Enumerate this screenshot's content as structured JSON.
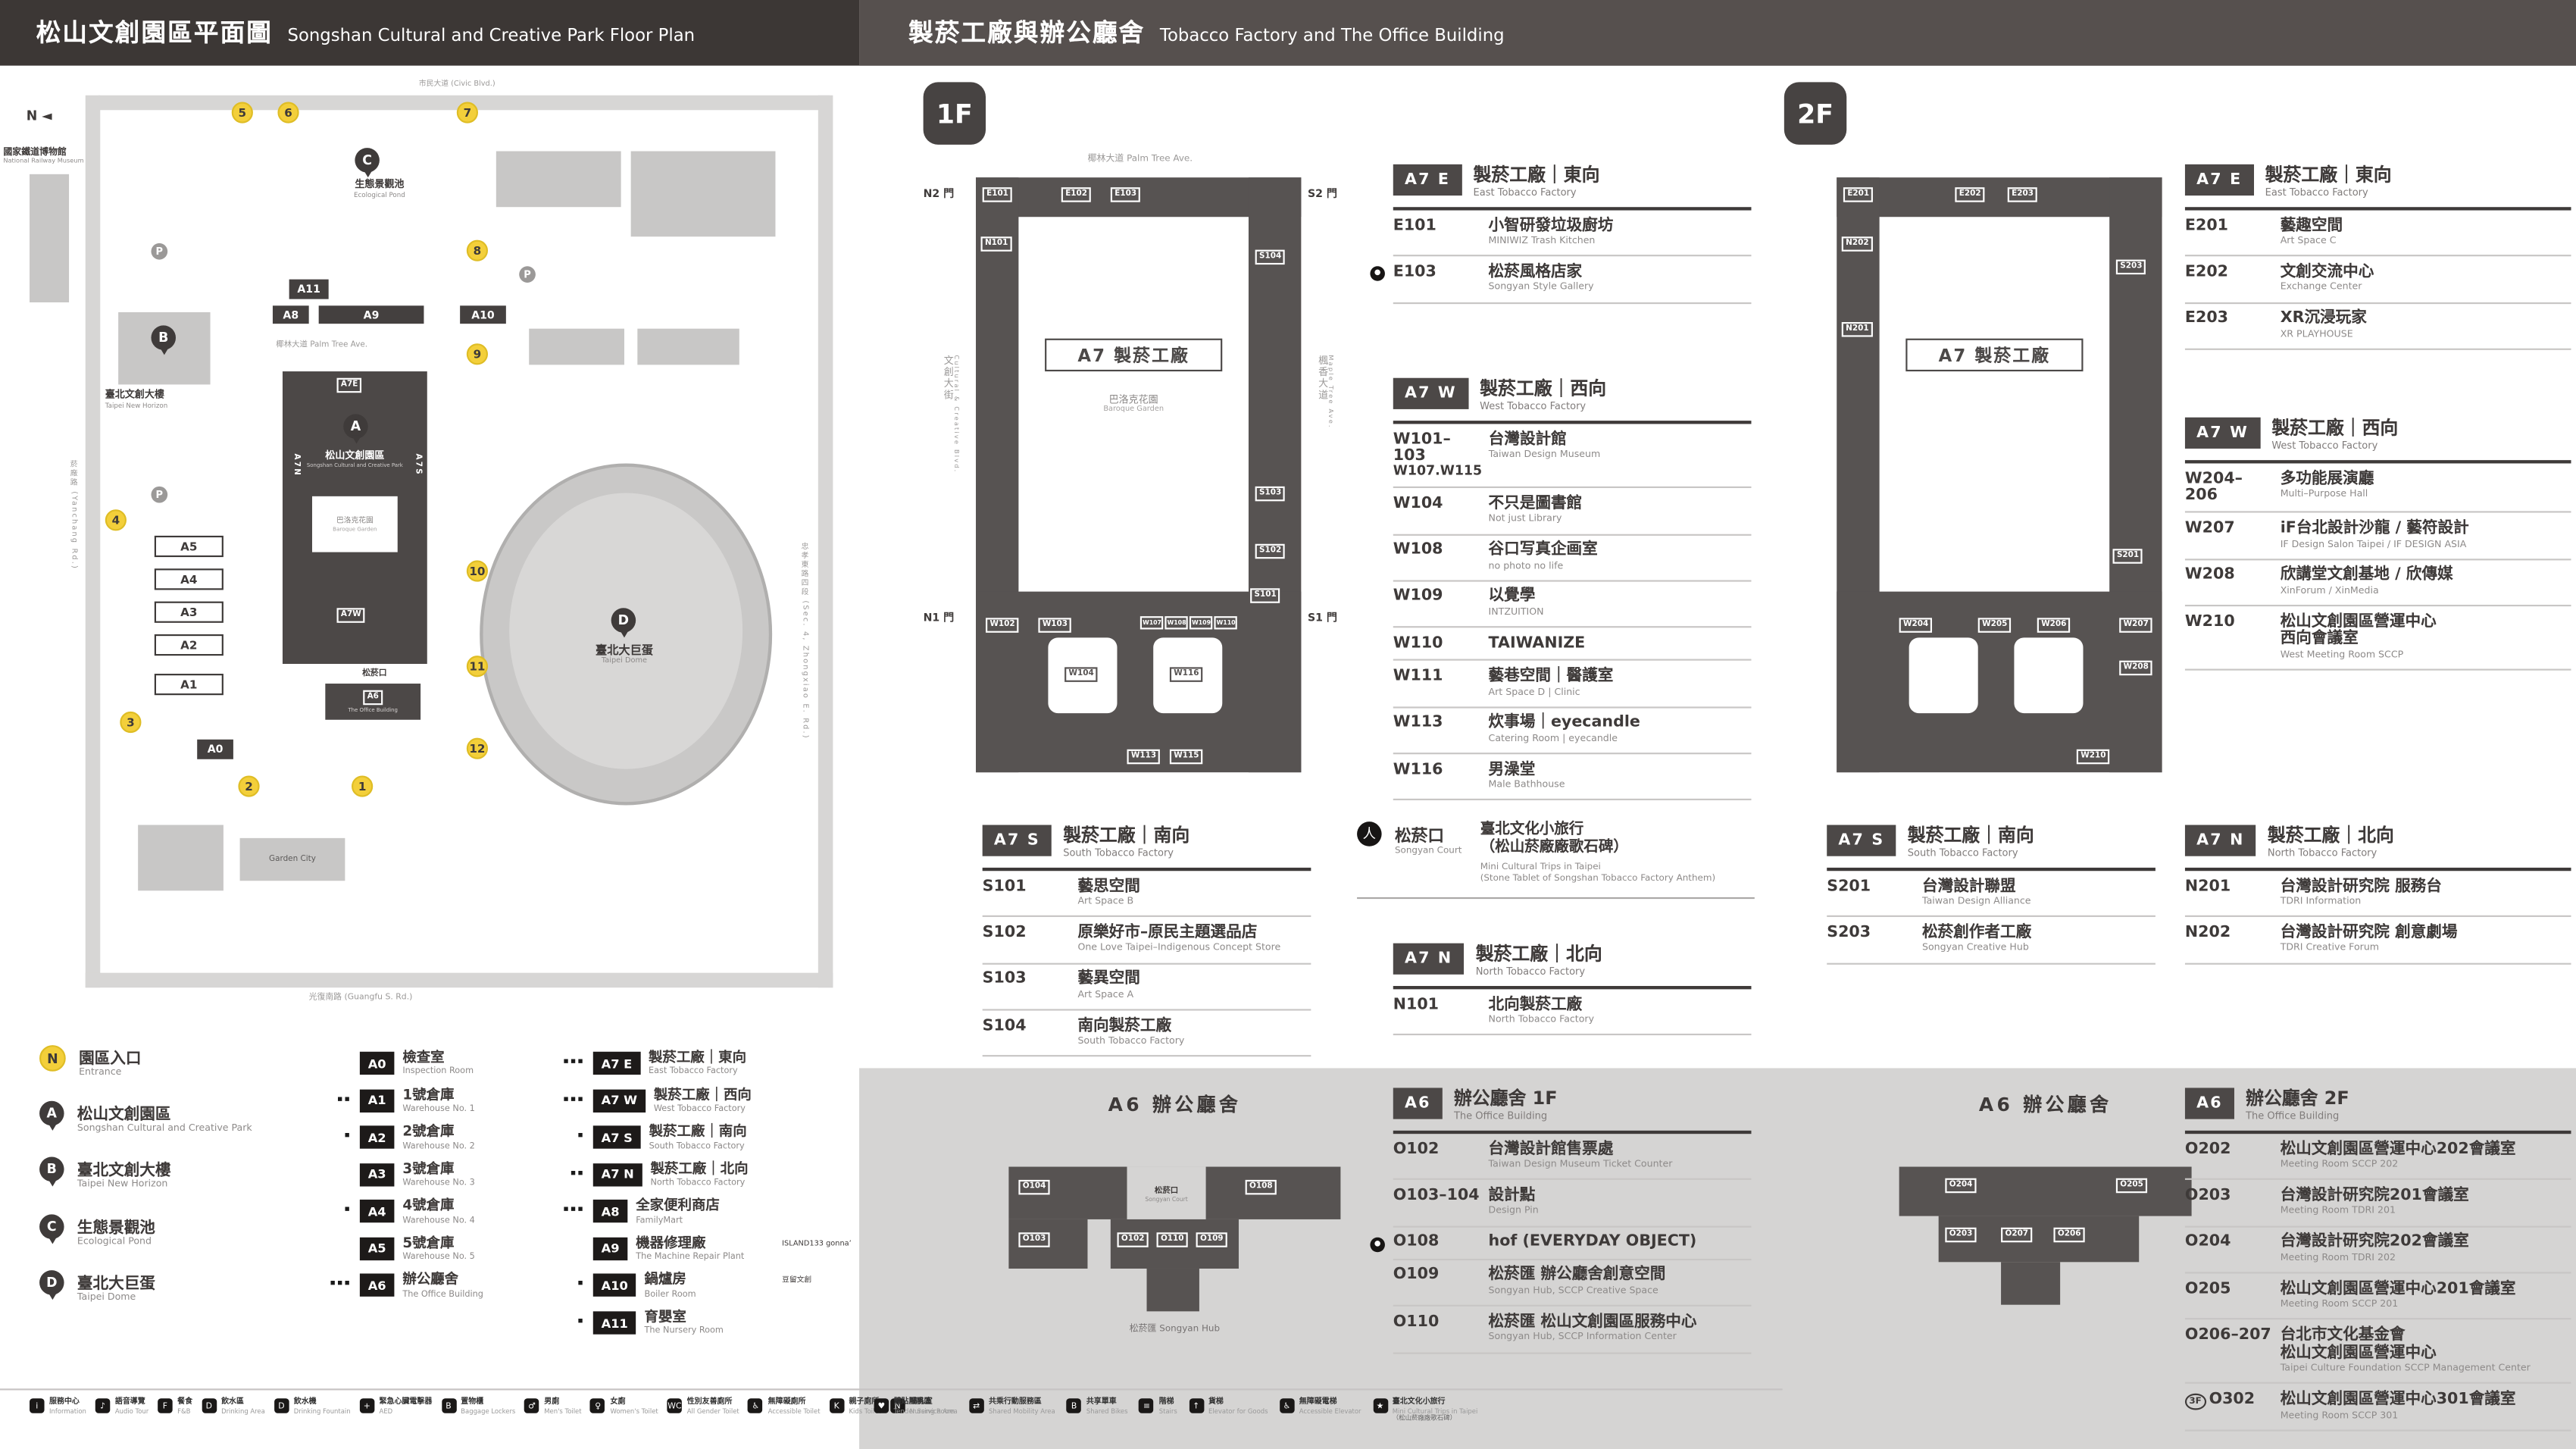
{
  "page": {
    "title_left_zh": "松山文創園區平面圖",
    "title_left_en": "Songshan Cultural and Creative Park Floor Plan",
    "title_right_zh": "製菸工廠與辦公廳舍",
    "title_right_en": "Tobacco Factory and The Office Building"
  },
  "map": {
    "compass": "N ◄",
    "parking": "P",
    "street_top": "市民大道 (Civic Blvd.)",
    "street_bottom": "光復南路 (Guangfu S. Rd.)",
    "street_right": "忠孝東路四段 (Sec. 4, Zhongxiao E. Rd.)",
    "street_left": "菸廠路 (Yanchang Rd.)",
    "railway_zh": "國家鐵道博物館",
    "railway_en": "National Railway Museum",
    "pond_zh": "生態景觀池",
    "pond_en": "Ecological Pond",
    "horizon_zh": "臺北文創大樓",
    "horizon_en": "Taipei New Horizon",
    "dome_zh": "臺北大巨蛋",
    "dome_en": "Taipei Dome",
    "sccp_zh": "松山文創園區",
    "sccp_en": "Songshan Cultural and Creative Park",
    "palm": "椰林大道 Palm Tree Ave.",
    "baroque_zh": "巴洛克花園",
    "baroque_en": "Baroque Garden",
    "court_zh": "松菸口",
    "office_zh": "辦公廳舍",
    "office_en": "The Office Building",
    "garden_city": "Garden City",
    "pins": {
      "a": "A",
      "b": "B",
      "c": "C",
      "d": "D"
    },
    "blocks": {
      "a0": "A0",
      "a1": "A1",
      "a2": "A2",
      "a3": "A3",
      "a4": "A4",
      "a5": "A5",
      "a6": "A6",
      "a7e": "A7E",
      "a7w": "A7W",
      "a7n": "A7N",
      "a7s": "A7S",
      "a8": "A8",
      "a9": "A9",
      "a10": "A10",
      "a11": "A11"
    },
    "entrances": [
      "1",
      "2",
      "3",
      "4",
      "5",
      "6",
      "7",
      "8",
      "9",
      "10",
      "11",
      "12"
    ]
  },
  "legend_entrance": {
    "badge": "N",
    "zh": "園區入口",
    "en": "Entrance"
  },
  "legend_pins": [
    {
      "badge": "A",
      "zh": "松山文創園區",
      "en": "Songshan Cultural and Creative Park"
    },
    {
      "badge": "B",
      "zh": "臺北文創大樓",
      "en": "Taipei New Horizon"
    },
    {
      "badge": "C",
      "zh": "生態景觀池",
      "en": "Ecological Pond"
    },
    {
      "badge": "D",
      "zh": "臺北大巨蛋",
      "en": "Taipei Dome"
    }
  ],
  "legend_a": [
    {
      "pre": "",
      "badge": "A0",
      "zh": "檢查室",
      "en": "Inspection Room"
    },
    {
      "pre": "▪▪",
      "badge": "A1",
      "zh": "1號倉庫",
      "en": "Warehouse No. 1"
    },
    {
      "pre": "▪",
      "badge": "A2",
      "zh": "2號倉庫",
      "en": "Warehouse No. 2"
    },
    {
      "pre": "",
      "badge": "A3",
      "zh": "3號倉庫",
      "en": "Warehouse No. 3"
    },
    {
      "pre": "▪",
      "badge": "A4",
      "zh": "4號倉庫",
      "en": "Warehouse No. 4"
    },
    {
      "pre": "",
      "badge": "A5",
      "zh": "5號倉庫",
      "en": "Warehouse No. 5"
    },
    {
      "pre": "▪▪▪",
      "badge": "A6",
      "zh": "辦公廳舍",
      "en": "The Office Building"
    }
  ],
  "legend_b": [
    {
      "pre": "▪▪▪",
      "badge": "A7 E",
      "zh": "製菸工廠｜東向",
      "en": "East Tobacco Factory",
      "note": ""
    },
    {
      "pre": "▪▪▪",
      "badge": "A7 W",
      "zh": "製菸工廠｜西向",
      "en": "West Tobacco Factory",
      "note": ""
    },
    {
      "pre": "▪",
      "badge": "A7 S",
      "zh": "製菸工廠｜南向",
      "en": "South Tobacco Factory",
      "note": ""
    },
    {
      "pre": "▪▪",
      "badge": "A7 N",
      "zh": "製菸工廠｜北向",
      "en": "North Tobacco Factory",
      "note": ""
    },
    {
      "pre": "▪▪▪",
      "badge": "A8",
      "zh": "全家便利商店",
      "en": "FamilyMart",
      "note": ""
    },
    {
      "pre": "",
      "badge": "A9",
      "zh": "機器修理廠",
      "en": "The Machine Repair Plant",
      "note": "ISLAND133 gonna’"
    },
    {
      "pre": "▪",
      "badge": "A10",
      "zh": "鍋爐房",
      "en": "Boiler Room",
      "note": "豆留文創"
    },
    {
      "pre": "▪",
      "badge": "A11",
      "zh": "育嬰室",
      "en": "The Nursery Room",
      "note": ""
    }
  ],
  "amen_left": [
    {
      "g": "i",
      "zh": "服務中心",
      "en": "Information"
    },
    {
      "g": "♪",
      "zh": "語音導覽",
      "en": "Audio Tour"
    },
    {
      "g": "F",
      "zh": "餐食",
      "en": "F&B"
    },
    {
      "g": "D",
      "zh": "飲水區",
      "en": "Drinking Area"
    },
    {
      "g": "D",
      "zh": "飲水機",
      "en": "Drinking Fountain"
    },
    {
      "g": "+",
      "zh": "緊急心臟電擊器",
      "en": "AED"
    },
    {
      "g": "B",
      "zh": "置物櫃",
      "en": "Baggage Lockers"
    },
    {
      "g": "♂",
      "zh": "男廁",
      "en": "Men's Toilet"
    },
    {
      "g": "♀",
      "zh": "女廁",
      "en": "Women's Toilet"
    },
    {
      "g": "WC",
      "zh": "性別友善廁所",
      "en": "All Gender Toilet"
    },
    {
      "g": "♿",
      "zh": "無障礙廁所",
      "en": "Accessible Toilet"
    },
    {
      "g": "K",
      "zh": "親子廁所",
      "en": "Kids Toilet"
    },
    {
      "g": "N",
      "zh": "哺乳室",
      "en": "Nursing Room"
    }
  ],
  "amen_right": [
    {
      "g": "♥",
      "zh": "體貼服務區",
      "en": "Tender Service Area",
      "note": ""
    },
    {
      "g": "⇄",
      "zh": "共乘行動服務區",
      "en": "Shared Mobility Area",
      "note": ""
    },
    {
      "g": "B",
      "zh": "共享單車",
      "en": "Shared Bikes",
      "note": ""
    },
    {
      "g": "≡",
      "zh": "階梯",
      "en": "Stairs",
      "note": ""
    },
    {
      "g": "↑",
      "zh": "貨梯",
      "en": "Elevator for Goods",
      "note": ""
    },
    {
      "g": "♿",
      "zh": "無障礙電梯",
      "en": "Accessible Elevator",
      "note": ""
    },
    {
      "g": "★",
      "zh": "臺北文化小旅行",
      "en": "Mini Cultural Trips in Taipei",
      "note": "（松山菸廠廠歌石碑）"
    }
  ],
  "f1": {
    "badge": "1F",
    "palm": "椰林大道 Palm Tree Ave.",
    "street_left_zh": "文創大街",
    "street_left_en": "Cultural & Creative Blvd.",
    "street_right_zh": "楓香大道",
    "street_right_en": "Maple Tree Ave.",
    "center": "A7 製菸工廠",
    "garden_zh": "巴洛克花園",
    "garden_en": "Baroque Garden",
    "gates": {
      "n2": "N2 門",
      "s2": "S2 門",
      "n1": "N1 門",
      "s1": "S1 門"
    },
    "rooms": {
      "e101": "E101",
      "e102": "E102",
      "e103": "E103",
      "n101": "N101",
      "s101": "S101",
      "s102": "S102",
      "s103": "S103",
      "s104": "S104",
      "w102": "W102",
      "w103": "W103",
      "w104": "W104",
      "w107": "W107",
      "w108": "W108",
      "w109": "W109",
      "w110": "W110",
      "w113": "W113",
      "w115": "W115",
      "w116": "W116"
    },
    "sections": {
      "east": {
        "badge": "A7 E",
        "zh": "製菸工廠｜東向",
        "en": "East Tobacco Factory",
        "items": [
          {
            "code": "E101",
            "zh": "小智研發垃圾廚坊",
            "en": "MINIWIZ Trash Kitchen"
          },
          {
            "marker": "●",
            "code": "E103",
            "zh": "松菸風格店家",
            "en": "Songyan Style Gallery"
          }
        ]
      },
      "west": {
        "badge": "A7 W",
        "zh": "製菸工廠｜西向",
        "en": "West Tobacco Factory",
        "items": [
          {
            "code": "W101–103",
            "code2": "W107.W115",
            "zh": "台灣設計館",
            "en": "Taiwan Design Museum"
          },
          {
            "code": "W104",
            "zh": "不只是圖書館",
            "en": "Not just Library"
          },
          {
            "code": "W108",
            "zh": "谷口写真企画室",
            "en": "no photo no life"
          },
          {
            "code": "W109",
            "zh": "以覺學",
            "en": "INTZUITION"
          },
          {
            "code": "W110",
            "zh": "TAIWANIZE",
            "en": ""
          },
          {
            "code": "W111",
            "zh": "藝巷空間｜醫護室",
            "en": "Art Space D | Clinic"
          },
          {
            "code": "W113",
            "zh": "炊事場｜eyecandle",
            "en": "Catering Room | eyecandle"
          },
          {
            "code": "W116",
            "zh": "男澡堂",
            "en": "Male Bathhouse"
          }
        ]
      },
      "south": {
        "badge": "A7 S",
        "zh": "製菸工廠｜南向",
        "en": "South Tobacco Factory",
        "items": [
          {
            "code": "S101",
            "zh": "藝思空間",
            "en": "Art Space B"
          },
          {
            "code": "S102",
            "zh": "原樂好市–原民主題選品店",
            "en": "One Love Taipei–Indigenous Concept Store"
          },
          {
            "code": "S103",
            "zh": "藝異空間",
            "en": "Art Space A"
          },
          {
            "code": "S104",
            "zh": "南向製菸工廠",
            "en": "South Tobacco Factory"
          }
        ]
      },
      "north": {
        "badge": "A7 N",
        "zh": "製菸工廠｜北向",
        "en": "North Tobacco Factory",
        "items": [
          {
            "code": "N101",
            "zh": "北向製菸工廠",
            "en": "North Tobacco Factory"
          }
        ]
      }
    }
  },
  "court": {
    "icon": "人",
    "zh": "松菸口",
    "en": "Songyan Court",
    "line1": "臺北文化小旅行",
    "line2": "（松山菸廠廠歌石碑）",
    "en1": "Mini Cultural Trips in Taipei",
    "en2": "(Stone Tablet of Songshan Tobacco Factory Anthem)"
  },
  "a6f1": {
    "plan_title": "A6 辦公廳舍",
    "court_zh": "松菸口",
    "court_en": "Songyan Court",
    "hub": "松菸匯 Songyan Hub",
    "rooms": {
      "o102": "O102",
      "o103": "O103",
      "o104": "O104",
      "o108": "O108",
      "o109": "O109",
      "o110": "O110"
    },
    "header": {
      "badge": "A6",
      "zh": "辦公廳舍 1F",
      "en": "The Office Building"
    },
    "items": [
      {
        "code": "O102",
        "zh": "台灣設計館售票處",
        "en": "Taiwan Design Museum Ticket Counter"
      },
      {
        "code": "O103–104",
        "zh": "設計點",
        "en": "Design Pin"
      },
      {
        "marker": "●",
        "code": "O108",
        "zh": "hof (EVERYDAY OBJECT)",
        "en": ""
      },
      {
        "code": "O109",
        "zh": "松菸匯 辦公廳舍創意空間",
        "en": "Songyan Hub, SCCP Creative Space"
      },
      {
        "code": "O110",
        "zh": "松菸匯 松山文創園區服務中心",
        "en": "Songyan Hub, SCCP Information Center"
      }
    ]
  },
  "f2": {
    "badge": "2F",
    "center": "A7 製菸工廠",
    "rooms": {
      "e201": "E201",
      "e202": "E202",
      "e203": "E203",
      "n201": "N201",
      "n202": "N202",
      "s201": "S201",
      "s203": "S203",
      "w204": "W204",
      "w205": "W205",
      "w206": "W206",
      "w207": "W207",
      "w208": "W208",
      "w210": "W210"
    },
    "sections": {
      "east": {
        "badge": "A7 E",
        "zh": "製菸工廠｜東向",
        "en": "East Tobacco Factory",
        "items": [
          {
            "code": "E201",
            "zh": "藝趣空間",
            "en": "Art Space C"
          },
          {
            "code": "E202",
            "zh": "文創交流中心",
            "en": "Exchange Center"
          },
          {
            "code": "E203",
            "zh": "XR沉浸玩家",
            "en": "XR PLAYHOUSE"
          }
        ]
      },
      "west": {
        "badge": "A7 W",
        "zh": "製菸工廠｜西向",
        "en": "West Tobacco Factory",
        "items": [
          {
            "code": "W204–206",
            "zh": "多功能展演廳",
            "en": "Multi–Purpose Hall"
          },
          {
            "code": "W207",
            "zh": "iF台北設計沙龍 / 藝符設計",
            "en": "IF Design Salon Taipei / IF DESIGN ASIA"
          },
          {
            "code": "W208",
            "zh": "欣講堂文創基地 / 欣傳媒",
            "en": "XinForum / XinMedia"
          },
          {
            "code": "W210",
            "zh": "松山文創園區營運中心",
            "zh2": "西向會議室",
            "en": "West Meeting Room SCCP"
          }
        ]
      },
      "south": {
        "badge": "A7 S",
        "zh": "製菸工廠｜南向",
        "en": "South Tobacco Factory",
        "items": [
          {
            "code": "S201",
            "zh": "台灣設計聯盟",
            "en": "Taiwan Design Alliance"
          },
          {
            "code": "S203",
            "zh": "松菸創作者工廠",
            "en": "Songyan Creative Hub"
          }
        ]
      },
      "north": {
        "badge": "A7 N",
        "zh": "製菸工廠｜北向",
        "en": "North Tobacco Factory",
        "items": [
          {
            "code": "N201",
            "zh": "台灣設計研究院 服務台",
            "en": "TDRI Information"
          },
          {
            "code": "N202",
            "zh": "台灣設計研究院 創意劇場",
            "en": "TDRI Creative Forum"
          }
        ]
      }
    }
  },
  "a6f2": {
    "plan_title": "A6 辦公廳舍",
    "rooms": {
      "o203": "O203",
      "o204": "O204",
      "o205": "O205",
      "o206": "O206",
      "o207": "O207"
    },
    "header": {
      "badge": "A6",
      "zh": "辦公廳舍 2F",
      "en": "The Office Building"
    },
    "items": [
      {
        "code": "O202",
        "zh": "松山文創園區營運中心202會議室",
        "en": "Meeting Room SCCP 202"
      },
      {
        "code": "O203",
        "zh": "台灣設計研究院201會議室",
        "en": "Meeting Room TDRI 201"
      },
      {
        "code": "O204",
        "zh": "台灣設計研究院202會議室",
        "en": "Meeting Room TDRI 202"
      },
      {
        "code": "O205",
        "zh": "松山文創園區營運中心201會議室",
        "en": "Meeting Room SCCP 201"
      },
      {
        "code": "O206–207",
        "zh": "台北市文化基金會",
        "zh2": "松山文創園區營運中心",
        "en": "Taipei Culture Foundation SCCP Management Center"
      },
      {
        "prefix": "3F",
        "code": "O302",
        "zh": "松山文創園區營運中心301會議室",
        "en": "Meeting Room SCCP 301"
      }
    ]
  }
}
